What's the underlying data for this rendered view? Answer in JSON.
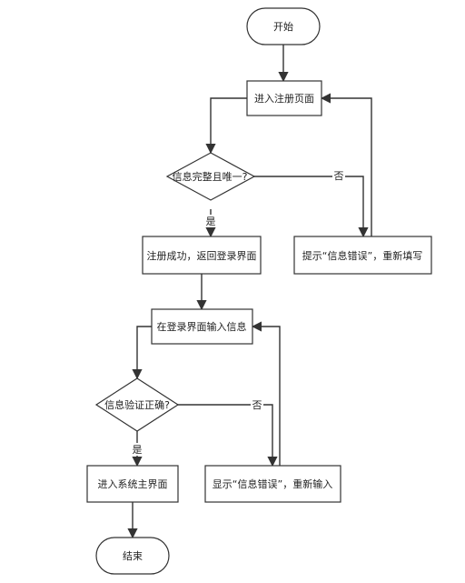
{
  "nodes": {
    "start": "开始",
    "register_page": "进入注册页面",
    "check_unique": "信息完整且唯一?",
    "register_success": "注册成功，返回登录界面",
    "register_error": "提示“信息错误”，重新填写",
    "login_input": "在登录界面输入信息",
    "verify_correct": "信息验证正确?",
    "main_screen": "进入系统主界面",
    "login_error": "显示“信息错误”，重新输入",
    "end": "结束"
  },
  "edges": {
    "check_yes": "是",
    "check_no": "否",
    "verify_yes": "是",
    "verify_no": "否"
  }
}
